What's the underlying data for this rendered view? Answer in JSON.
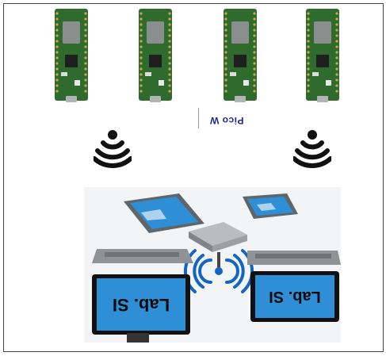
{
  "caption": "Pico W",
  "screens": [
    {
      "label": "Lab. SI"
    },
    {
      "label": "Lab. SI"
    }
  ],
  "colors": {
    "board_green": "#2f6b2d",
    "board_dark": "#1f4a1f",
    "pin_gold": "#c9a84a",
    "chip_gray": "#8a8f8e",
    "screen_blue": "#2e8fd6",
    "screen_dark": "#0d3b78",
    "device_gray": "#6f7478",
    "signal_blue": "#1565c0"
  },
  "icons": [
    "wifi-signal-icon",
    "wifi-signal-icon",
    "wifi-router-icon"
  ]
}
